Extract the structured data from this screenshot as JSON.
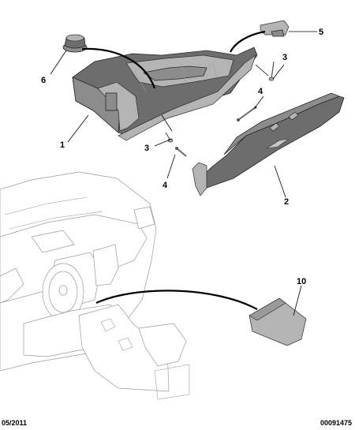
{
  "callouts": {
    "c1": "1",
    "c2": "2",
    "c3a": "3",
    "c3b": "3",
    "c4a": "4",
    "c4b": "4",
    "c5": "5",
    "c6": "6",
    "c10": "10"
  },
  "footer": {
    "date": "05/2011",
    "reference": "00091475"
  },
  "colors": {
    "part_dark": "#6d6d6d",
    "outline": "#9a9a9a",
    "ink": "#000000"
  }
}
